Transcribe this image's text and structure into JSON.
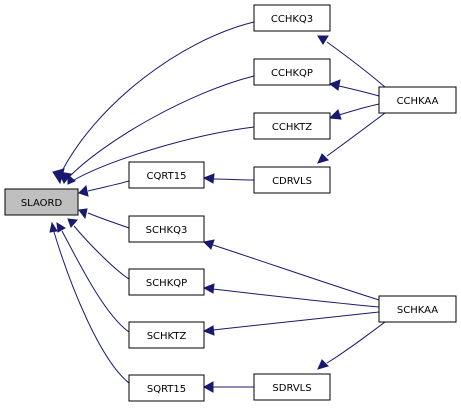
{
  "graph": {
    "nodes": {
      "slaord": "SLAORD",
      "cchkq3": "CCHKQ3",
      "cchkqp": "CCHKQP",
      "cchktz": "CCHKTZ",
      "cqrt15": "CQRT15",
      "cdrvls": "CDRVLS",
      "cchkaa": "CCHKAA",
      "schkq3": "SCHKQ3",
      "schkqp": "SCHKQP",
      "schktz": "SCHKTZ",
      "sqrt15": "SQRT15",
      "sdrvls": "SDRVLS",
      "schkaa": "SCHKAA"
    },
    "edges": [
      [
        "cchkq3",
        "slaord"
      ],
      [
        "cchkqp",
        "slaord"
      ],
      [
        "cchktz",
        "slaord"
      ],
      [
        "cqrt15",
        "slaord"
      ],
      [
        "schkq3",
        "slaord"
      ],
      [
        "schkqp",
        "slaord"
      ],
      [
        "schktz",
        "slaord"
      ],
      [
        "sqrt15",
        "slaord"
      ],
      [
        "cchkaa",
        "cchkq3"
      ],
      [
        "cchkaa",
        "cchkqp"
      ],
      [
        "cchkaa",
        "cchktz"
      ],
      [
        "cchkaa",
        "cdrvls"
      ],
      [
        "cdrvls",
        "cqrt15"
      ],
      [
        "schkaa",
        "schkq3"
      ],
      [
        "schkaa",
        "schkqp"
      ],
      [
        "schkaa",
        "schktz"
      ],
      [
        "schkaa",
        "sdrvls"
      ],
      [
        "sdrvls",
        "sqrt15"
      ]
    ]
  }
}
